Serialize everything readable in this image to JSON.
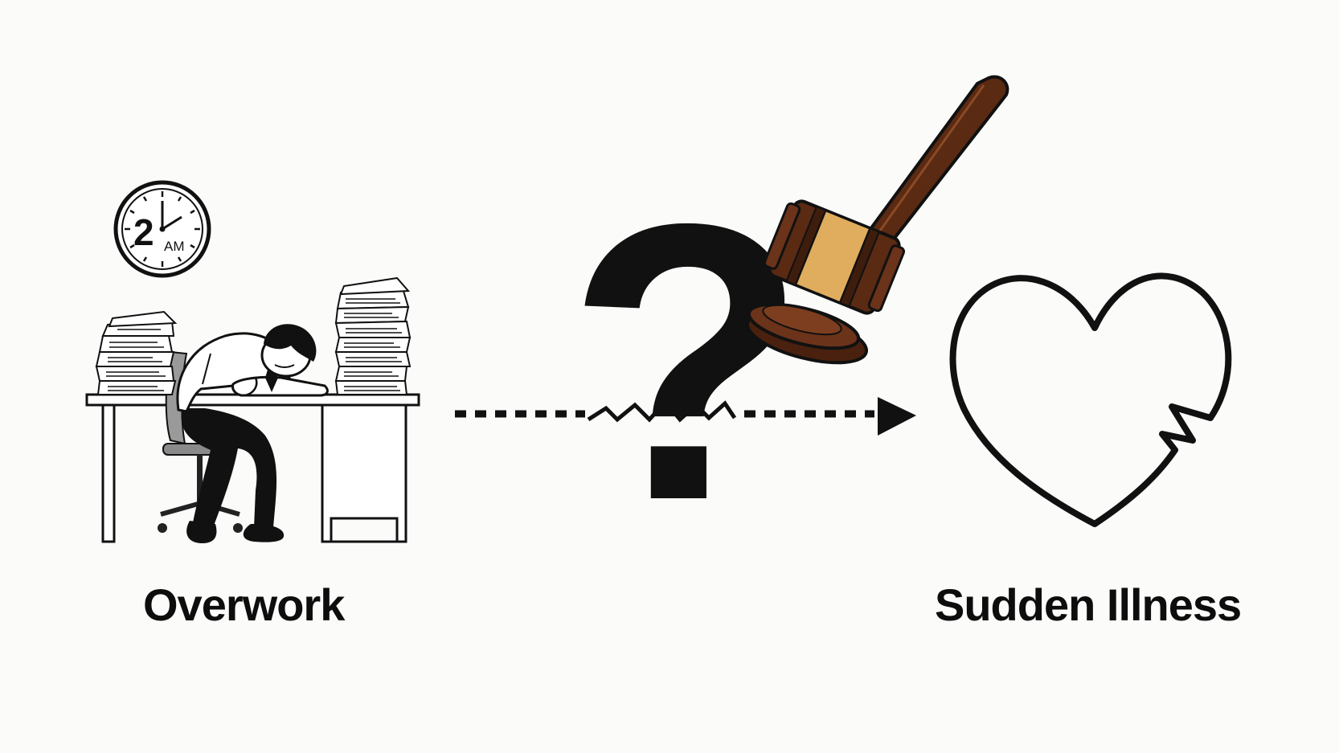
{
  "labels": {
    "left": "Overwork",
    "right": "Sudden Illness"
  },
  "clock": {
    "hour_text": "2",
    "period_text": "AM"
  },
  "question_glyph": "?",
  "icons": [
    "clock-icon",
    "desk-icon",
    "paper-stack-icon",
    "sleeping-worker-icon",
    "office-chair-icon",
    "question-mark-icon",
    "gavel-icon",
    "dotted-arrow-icon",
    "broken-heart-icon"
  ],
  "colors": {
    "ink": "#0d0d0d",
    "background": "#fbfbfa",
    "gavel_wood": "#5a2a12",
    "gavel_band": "#e0ad5e"
  }
}
